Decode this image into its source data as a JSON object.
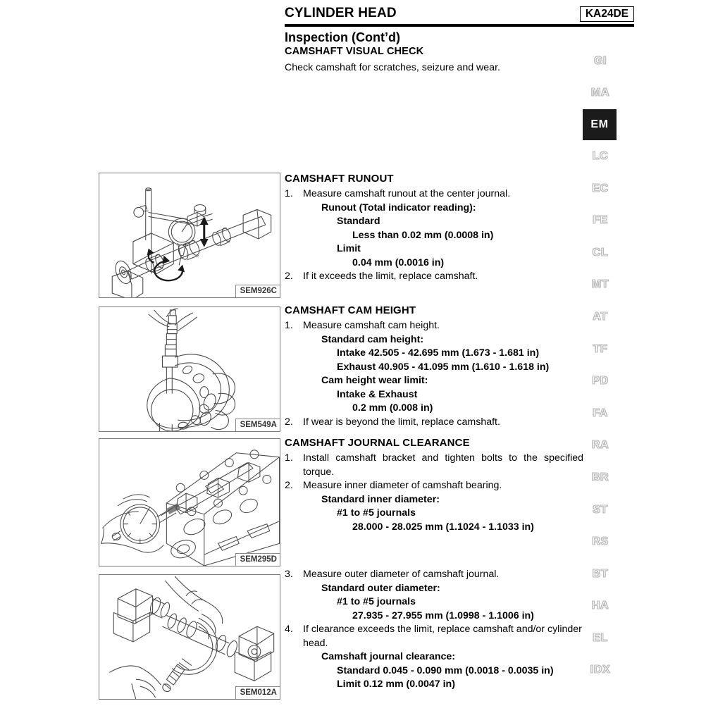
{
  "header": {
    "title": "CYLINDER HEAD",
    "engine_badge": "KA24DE",
    "subtitle": "Inspection (Cont’d)",
    "section_title": "CAMSHAFT VISUAL CHECK",
    "intro": "Check camshaft for scratches, seizure and wear."
  },
  "blocks": {
    "runout": {
      "title": "CAMSHAFT RUNOUT",
      "step1_num": "1.",
      "step1": "Measure camshaft runout at the center journal.",
      "spec_head": "Runout (Total indicator reading):",
      "standard_label": "Standard",
      "standard_value": "Less than 0.02 mm (0.0008 in)",
      "limit_label": "Limit",
      "limit_value": "0.04 mm (0.0016 in)",
      "step2_num": "2.",
      "step2": "If it exceeds the limit, replace camshaft."
    },
    "cam_height": {
      "title": "CAMSHAFT CAM HEIGHT",
      "step1_num": "1.",
      "step1": "Measure camshaft cam height.",
      "spec_head": "Standard cam height:",
      "intake": "Intake    42.505 - 42.695 mm (1.673 - 1.681 in)",
      "exhaust": "Exhaust    40.905 - 41.095 mm (1.610 - 1.618 in)",
      "wear_head": "Cam height wear limit:",
      "wear_label": "Intake & Exhaust",
      "wear_value": "0.2 mm (0.008 in)",
      "step2_num": "2.",
      "step2": "If wear is beyond the limit, replace camshaft."
    },
    "journal_clearance": {
      "title": "CAMSHAFT JOURNAL CLEARANCE",
      "step1_num": "1.",
      "step1": "Install camshaft bracket and tighten bolts to the specified torque.",
      "step2_num": "2.",
      "step2": "Measure inner diameter of camshaft bearing.",
      "inner_head": "Standard inner diameter:",
      "inner_journals": "#1 to #5 journals",
      "inner_value": "28.000 - 28.025 mm (1.1024 - 1.1033 in)",
      "step3_num": "3.",
      "step3": "Measure outer diameter of camshaft journal.",
      "outer_head": "Standard outer diameter:",
      "outer_journals": "#1 to #5 journals",
      "outer_value": "27.935 - 27.955 mm (1.0998 - 1.1006 in)",
      "step4_num": "4.",
      "step4": "If clearance exceeds the limit, replace camshaft and/or cylinder head.",
      "clearance_head": "Camshaft journal clearance:",
      "clearance_standard": "Standard    0.045 - 0.090 mm (0.0018 - 0.0035 in)",
      "clearance_limit": "Limit    0.12 mm (0.0047 in)"
    }
  },
  "figures": [
    {
      "caption": "SEM926C",
      "alt": "dial-gauge-on-camshaft"
    },
    {
      "caption": "SEM549A",
      "alt": "micrometer-on-cam-lobe"
    },
    {
      "caption": "SEM295D",
      "alt": "bore-gauge-in-cylinder-head"
    },
    {
      "caption": "SEM012A",
      "alt": "micrometer-on-camshaft-journal"
    }
  ],
  "side_tabs": {
    "active": "EM",
    "items": [
      "GI",
      "MA",
      "EM",
      "LC",
      "EC",
      "FE",
      "CL",
      "MT",
      "AT",
      "TF",
      "PD",
      "FA",
      "RA",
      "BR",
      "ST",
      "RS",
      "BT",
      "HA",
      "EL",
      "IDX"
    ]
  },
  "colors": {
    "ink": "#000000",
    "tab_outline": "#bdbdbd",
    "tab_active_bg": "#1b1b1b",
    "figure_border": "#7a7a7a",
    "line_art": "#3a3a3a"
  }
}
